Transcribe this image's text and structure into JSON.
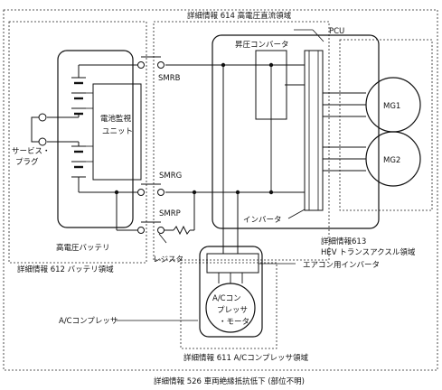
{
  "regions": {
    "outer": "詳細情報 526 車両絶縁抵抗低下 (部位不明)",
    "hv_dc": "詳細情報 614 高電圧直流領域",
    "battery": "詳細情報 612 バッテリ領域",
    "transaxle_line1": "詳細情報613",
    "transaxle_line2": "HEV トランスアクスル領域",
    "ac_comp": "詳細情報 611 A/Cコンプレッサ領域"
  },
  "components": {
    "pcu": "PCU",
    "boost_converter": "昇圧コンバータ",
    "inverter": "インバータ",
    "mg1": "MG1",
    "mg2": "MG2",
    "battery_monitor_line1": "電池監視",
    "battery_monitor_line2": "ユニット",
    "service_plug_line1": "サービス・",
    "service_plug_line2": "プラグ",
    "smrb": "SMRB",
    "smrg": "SMRG",
    "smrp": "SMRP",
    "resistor": "レジスタ",
    "hv_battery": "高電圧バッテリ",
    "ac_inverter": "エアコン用インバータ",
    "ac_compressor": "A/Cコンプレッサ",
    "ac_motor_line1": "A/Cコン",
    "ac_motor_line2": "プレッサ",
    "ac_motor_line3": "・モータ"
  }
}
